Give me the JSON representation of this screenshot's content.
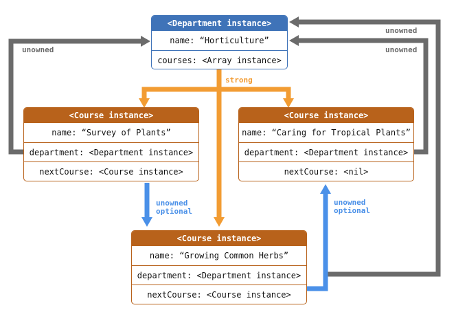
{
  "colors": {
    "department_header": "#3f73b8",
    "course_header": "#b8621b",
    "unowned_arrow": "#6b6b6b",
    "strong_arrow": "#f29c33",
    "unowned_optional_arrow": "#4a90e8"
  },
  "department": {
    "header": "<Department instance>",
    "name": "name: “Horticulture”",
    "courses": "courses: <Array instance>"
  },
  "course_survey": {
    "header": "<Course instance>",
    "name": "name: “Survey of Plants”",
    "department": "department: <Department instance>",
    "next_course": "nextCourse: <Course instance>"
  },
  "course_tropical": {
    "header": "<Course instance>",
    "name": "name: “Caring for Tropical Plants”",
    "department": "department: <Department instance>",
    "next_course": "nextCourse: <nil>"
  },
  "course_herbs": {
    "header": "<Course instance>",
    "name": "name: “Growing Common Herbs”",
    "department": "department: <Department instance>",
    "next_course": "nextCourse: <Course instance>"
  },
  "labels": {
    "unowned_left": "unowned",
    "unowned_right_top": "unowned",
    "unowned_right_mid": "unowned",
    "strong": "strong",
    "unowned_optional_left_1": "unowned",
    "unowned_optional_left_2": "optional",
    "unowned_optional_right_1": "unowned",
    "unowned_optional_right_2": "optional"
  }
}
